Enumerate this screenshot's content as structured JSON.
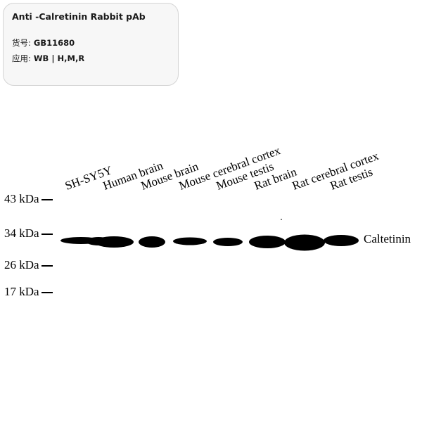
{
  "card": {
    "title": "Anti -Calretinin Rabbit pAb",
    "catalog_label": "货号:",
    "catalog_value": "GB11680",
    "application_label": "应用:",
    "application_value": "WB | H,M,R"
  },
  "blot": {
    "lanes": [
      "SH-SY5Y",
      "Human brain",
      "Mouse brain",
      "Mouse cerebral cortex",
      "Mouse testis",
      "Rat brain",
      "Rat cerebral cortex",
      "Rat testis"
    ],
    "markers": [
      "43 kDa",
      "34 kDa",
      "26 kDa",
      "17 kDa"
    ],
    "band_label": "Caltetinin",
    "band_color": "#000000"
  }
}
